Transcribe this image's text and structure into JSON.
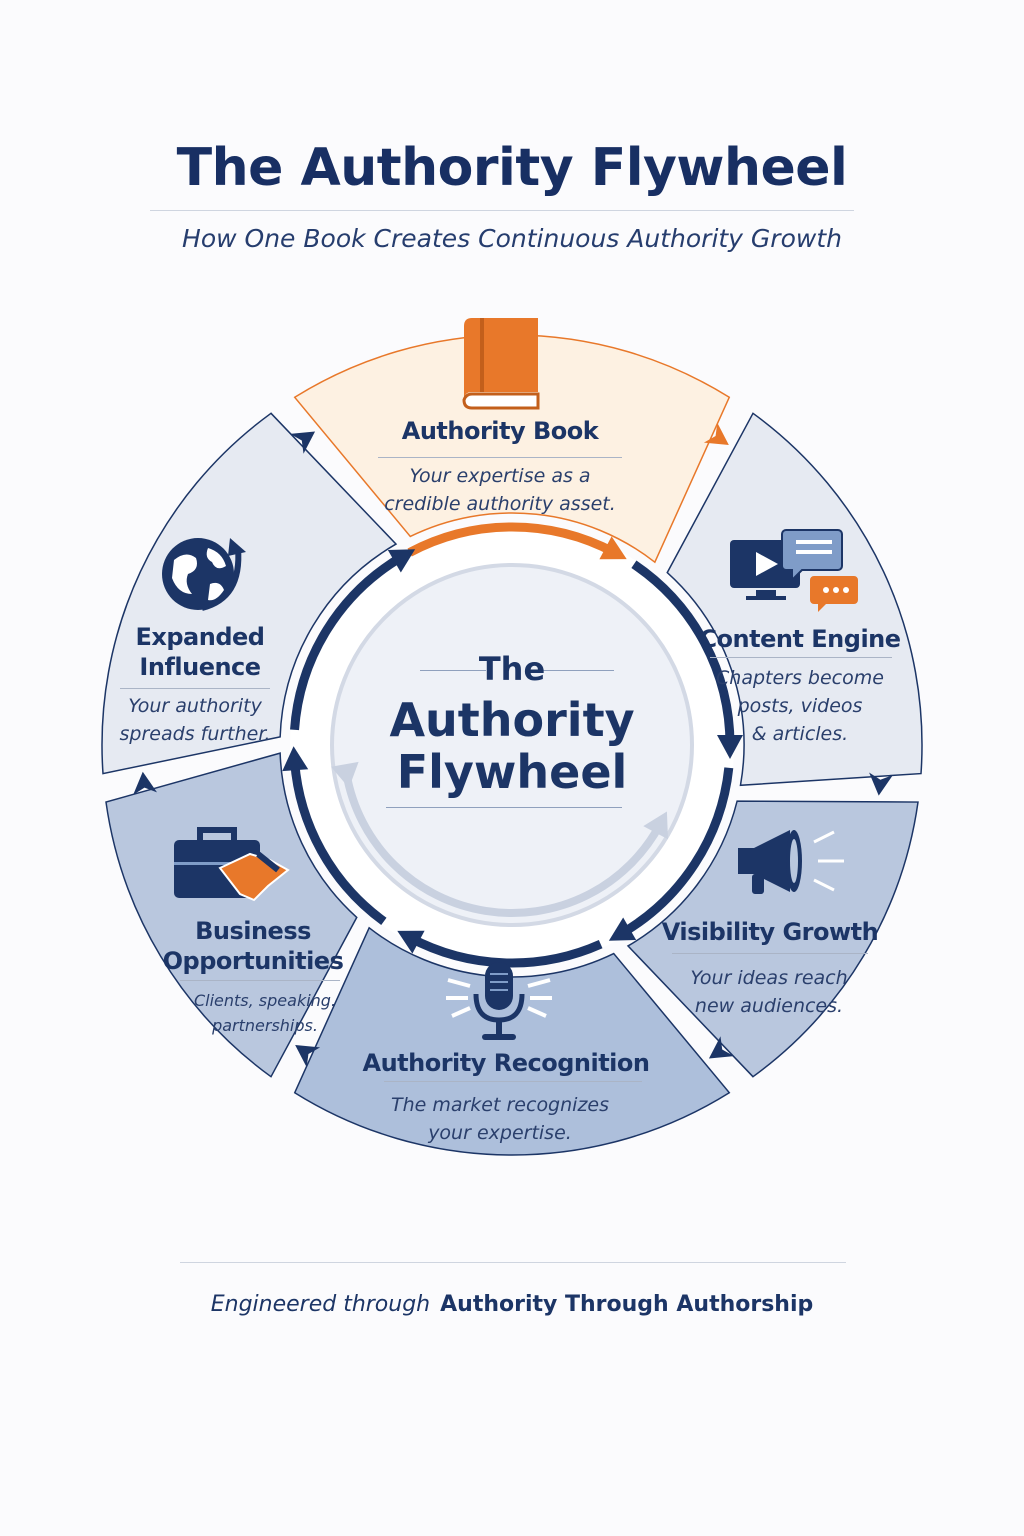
{
  "header": {
    "title": "The Authority Flywheel",
    "subtitle": "How One Book Creates Continuous Authority Growth"
  },
  "center": {
    "line1": "The",
    "line2": "Authority",
    "line3": "Flywheel"
  },
  "segments": [
    {
      "title": "Authority Book",
      "desc1": "Your expertise as a",
      "desc2": "credible authority asset.",
      "icon": "book-icon"
    },
    {
      "title": "Content Engine",
      "desc1": "Chapters become",
      "desc2": "posts, videos",
      "desc3": "& articles.",
      "icon": "video-chat-icon"
    },
    {
      "title": "Visibility Growth",
      "desc1": "Your ideas reach",
      "desc2": "new audiences.",
      "icon": "megaphone-icon"
    },
    {
      "title": "Authority Recognition",
      "desc1": "The market recognizes",
      "desc2": "your expertise.",
      "icon": "microphone-icon"
    },
    {
      "title1": "Business",
      "title2": "Opportunities",
      "desc1": "Clients, speaking.",
      "desc2": "partnerships.",
      "icon": "briefcase-handshake-icon"
    },
    {
      "title1": "Expanded",
      "title2": "Influence",
      "desc1": "Your authority",
      "desc2": "spreads further.",
      "icon": "globe-icon"
    }
  ],
  "footer": {
    "prefix": "Engineered through",
    "brand": "Authority Through Authorship"
  },
  "colors": {
    "navy": "#1c3566",
    "orange": "#e8782a",
    "book_fill": "#fdf1e2",
    "light_fill": "#e6eaf2",
    "mid_fill": "#b9c7de"
  }
}
